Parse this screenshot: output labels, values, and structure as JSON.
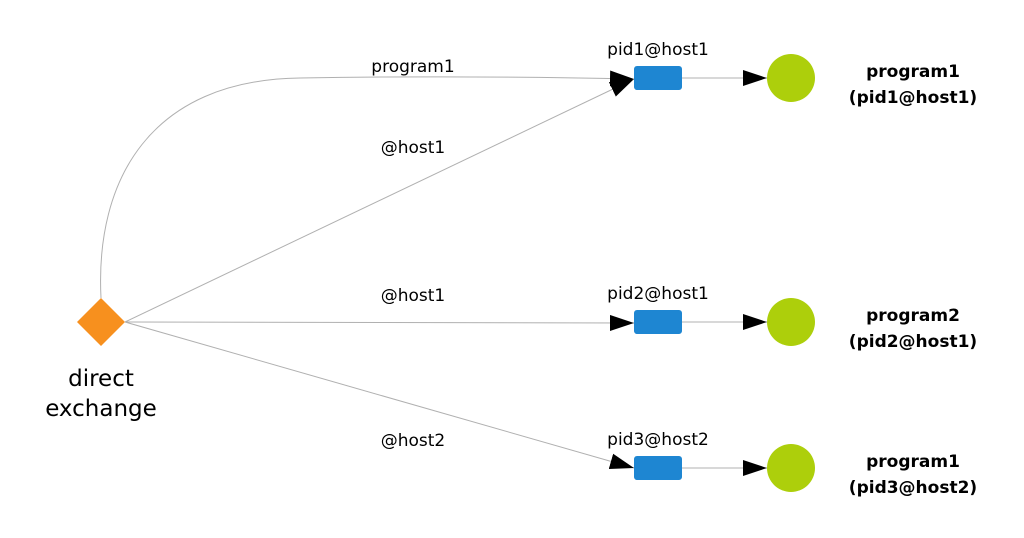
{
  "colors": {
    "exchange": "#F7901E",
    "queue": "#1E86D2",
    "consumer": "#ADCF0B",
    "edge": "#B0B0B0",
    "arrow": "#000000"
  },
  "exchange": {
    "label_line1": "direct",
    "label_line2": "exchange",
    "icon": "diamond-shape"
  },
  "bindings": [
    {
      "key": "program1",
      "target_queue": "pid1@host1"
    },
    {
      "key": "@host1",
      "target_queue": "pid1@host1"
    },
    {
      "key": "@host1",
      "target_queue": "pid2@host1"
    },
    {
      "key": "@host2",
      "target_queue": "pid3@host2"
    }
  ],
  "queues": [
    {
      "name": "pid1@host1",
      "icon": "rectangle-shape"
    },
    {
      "name": "pid2@host1",
      "icon": "rectangle-shape"
    },
    {
      "name": "pid3@host2",
      "icon": "rectangle-shape"
    }
  ],
  "consumers": [
    {
      "line1": "program1",
      "line2": "(pid1@host1)",
      "icon": "circle-shape"
    },
    {
      "line1": "program2",
      "line2": "(pid2@host1)",
      "icon": "circle-shape"
    },
    {
      "line1": "program1",
      "line2": "(pid3@host2)",
      "icon": "circle-shape"
    }
  ]
}
